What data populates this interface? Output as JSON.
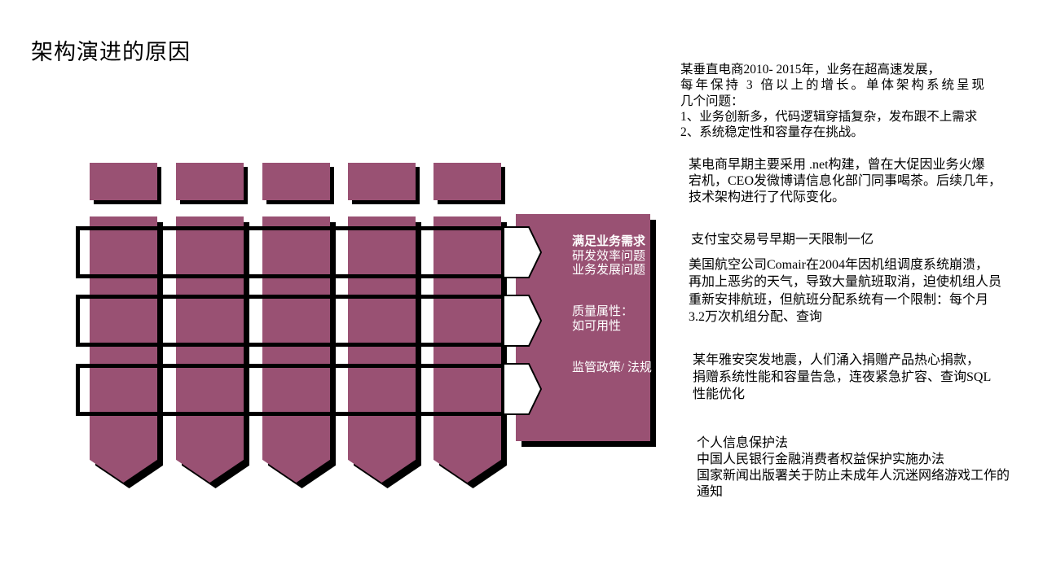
{
  "slide": {
    "title": "架构演进的原因"
  },
  "theme": {
    "purple": "#995173",
    "shadow": "#000000",
    "panel_text": "#ffffff"
  },
  "diagram": {
    "pillar_count": 5,
    "panel": {
      "business_heading": "满足业务需求",
      "business_line2": "研发效率问题",
      "business_line3": "业务发展问题",
      "quality_line1": "质量属性：",
      "quality_line2": "如可用性",
      "regulation": "监管政策/ 法规"
    }
  },
  "notes": [
    {
      "lines": [
        "某垂直电商2010- 2015年，业务在超高速发展，",
        "每年保持 3 倍以上的增长。单体架构系统呈现",
        "几个问题：",
        "1、业务创新多，代码逻辑穿插复杂，发布跟不上需求",
        "2、系统稳定性和容量存在挑战。"
      ]
    },
    {
      "lines": [
        "某电商早期主要采用 .net构建，曾在大促因业务火爆",
        "宕机，CEO发微博请信息化部门同事喝茶。后续几年，",
        "技术架构进行了代际变化。"
      ]
    },
    {
      "lines": [
        "支付宝交易号早期一天限制一亿"
      ]
    },
    {
      "lines": [
        "美国航空公司Comair在2004年因机组调度系统崩溃，",
        "再加上恶劣的天气，导致大量航班取消，迫使机组人员",
        "重新安排航班，但航班分配系统有一个限制：每个月",
        "3.2万次机组分配、查询"
      ]
    },
    {
      "lines": [
        "某年雅安突发地震，人们涌入捐赠产品热心捐款，",
        "捐赠系统性能和容量告急，连夜紧急扩容、查询SQL",
        "性能优化"
      ]
    },
    {
      "lines": [
        "个人信息保护法",
        "中国人民银行金融消费者权益保护实施办法",
        "国家新闻出版署关于防止未成年人沉迷网络游戏工作的",
        "通知"
      ]
    }
  ]
}
